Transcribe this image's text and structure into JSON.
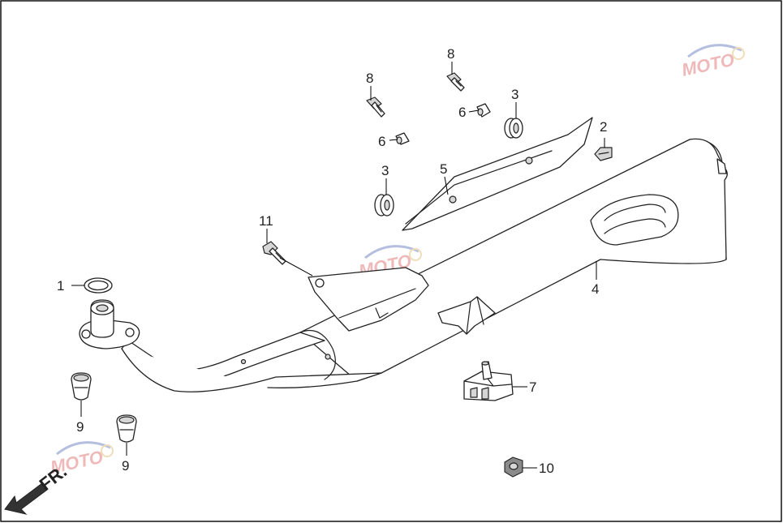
{
  "diagram": {
    "direction_label": "FR.",
    "callouts": [
      {
        "id": "c1",
        "label": "1"
      },
      {
        "id": "c2",
        "label": "2"
      },
      {
        "id": "c3a",
        "label": "3"
      },
      {
        "id": "c3b",
        "label": "3"
      },
      {
        "id": "c4",
        "label": "4"
      },
      {
        "id": "c5",
        "label": "5"
      },
      {
        "id": "c6a",
        "label": "6"
      },
      {
        "id": "c6b",
        "label": "6"
      },
      {
        "id": "c7",
        "label": "7"
      },
      {
        "id": "c8a",
        "label": "8"
      },
      {
        "id": "c8b",
        "label": "8"
      },
      {
        "id": "c9a",
        "label": "9"
      },
      {
        "id": "c9b",
        "label": "9"
      },
      {
        "id": "c10",
        "label": "10"
      },
      {
        "id": "c11",
        "label": "11"
      }
    ],
    "watermark": {
      "text": "MOTO",
      "colors": {
        "red": "#d23a3a",
        "blue": "#2a4aa8",
        "grey": "#9a9a9a"
      }
    }
  }
}
